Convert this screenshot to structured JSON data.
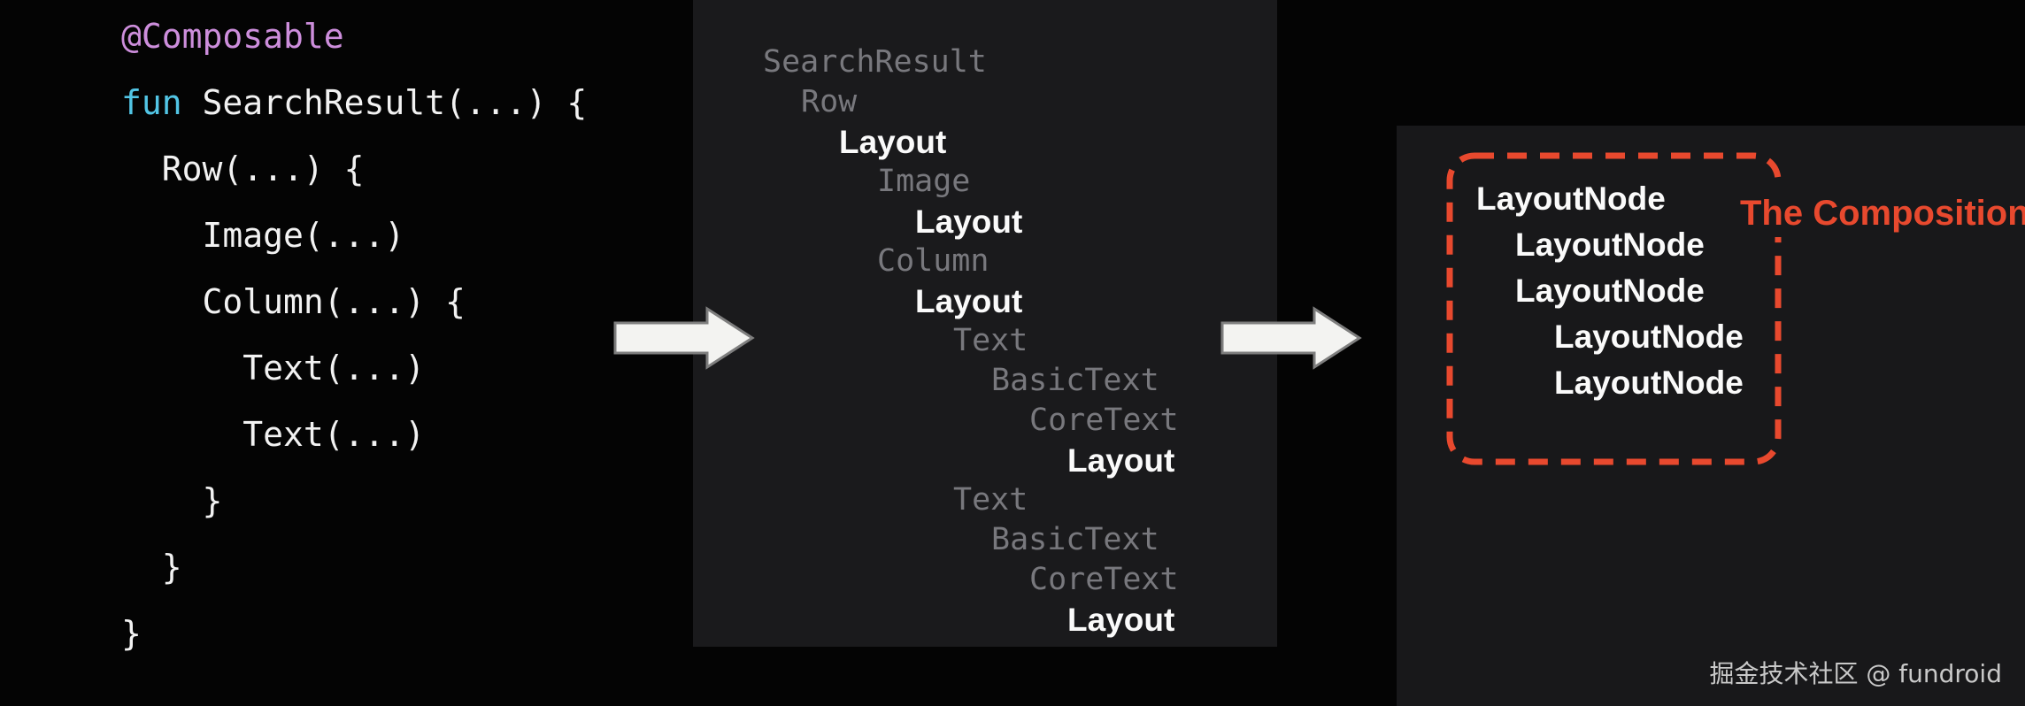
{
  "colors": {
    "bg": "#040404",
    "panel_bg": "#1A1A1C",
    "panel_bg_right": "#18181A",
    "code_purple": "#CD8EDC",
    "code_cyan": "#52C5E5",
    "code_white": "#F2F2F2",
    "tree_dim": "#78787D",
    "tree_bold_white": "#FAFAFA",
    "accent_red": "#E8492E",
    "arrow_fill": "#F3F3F1",
    "arrow_stroke": "#7E7E7E",
    "watermark_gray": "#C9C9C9"
  },
  "code_panel": {
    "language": "kotlin",
    "lines": [
      {
        "segments": [
          {
            "t": "@Composable",
            "c": "purple"
          }
        ]
      },
      {
        "segments": [
          {
            "t": "fun ",
            "c": "cyan"
          },
          {
            "t": "SearchResult(...) {",
            "c": "plain"
          }
        ]
      },
      {
        "segments": [
          {
            "t": "  Row(...) {",
            "c": "plain"
          }
        ]
      },
      {
        "segments": [
          {
            "t": "    Image(...)",
            "c": "plain"
          }
        ]
      },
      {
        "segments": [
          {
            "t": "    Column(...) {",
            "c": "plain"
          }
        ]
      },
      {
        "segments": [
          {
            "t": "      Text(...)",
            "c": "plain"
          }
        ]
      },
      {
        "segments": [
          {
            "t": "      Text(...)",
            "c": "plain"
          }
        ]
      },
      {
        "segments": [
          {
            "t": "    }",
            "c": "plain"
          }
        ]
      },
      {
        "segments": [
          {
            "t": "  }",
            "c": "plain"
          }
        ]
      },
      {
        "segments": [
          {
            "t": "}",
            "c": "plain"
          }
        ]
      }
    ]
  },
  "tree_panel": {
    "items": [
      {
        "label": "SearchResult",
        "level": 0,
        "bold": false
      },
      {
        "label": "Row",
        "level": 1,
        "bold": false
      },
      {
        "label": "Layout",
        "level": 2,
        "bold": true
      },
      {
        "label": "Image",
        "level": 3,
        "bold": false
      },
      {
        "label": "Layout",
        "level": 4,
        "bold": true
      },
      {
        "label": "Column",
        "level": 3,
        "bold": false
      },
      {
        "label": "Layout",
        "level": 4,
        "bold": true
      },
      {
        "label": "Text",
        "level": 5,
        "bold": false
      },
      {
        "label": "BasicText",
        "level": 6,
        "bold": false
      },
      {
        "label": "CoreText",
        "level": 7,
        "bold": false
      },
      {
        "label": "Layout",
        "level": 8,
        "bold": true
      },
      {
        "label": "Text",
        "level": 5,
        "bold": false
      },
      {
        "label": "BasicText",
        "level": 6,
        "bold": false
      },
      {
        "label": "CoreText",
        "level": 7,
        "bold": false
      },
      {
        "label": "Layout",
        "level": 8,
        "bold": true
      }
    ]
  },
  "arrows": [
    {
      "icon": "arrow-right-icon"
    },
    {
      "icon": "arrow-right-icon"
    }
  ],
  "composition_panel": {
    "title": "The Composition",
    "nodes": [
      {
        "label": "LayoutNode",
        "level": 0
      },
      {
        "label": "LayoutNode",
        "level": 1
      },
      {
        "label": "LayoutNode",
        "level": 1
      },
      {
        "label": "LayoutNode",
        "level": 2
      },
      {
        "label": "LayoutNode",
        "level": 2
      }
    ]
  },
  "watermark": {
    "text": "掘金技术社区 @ fundroid"
  }
}
